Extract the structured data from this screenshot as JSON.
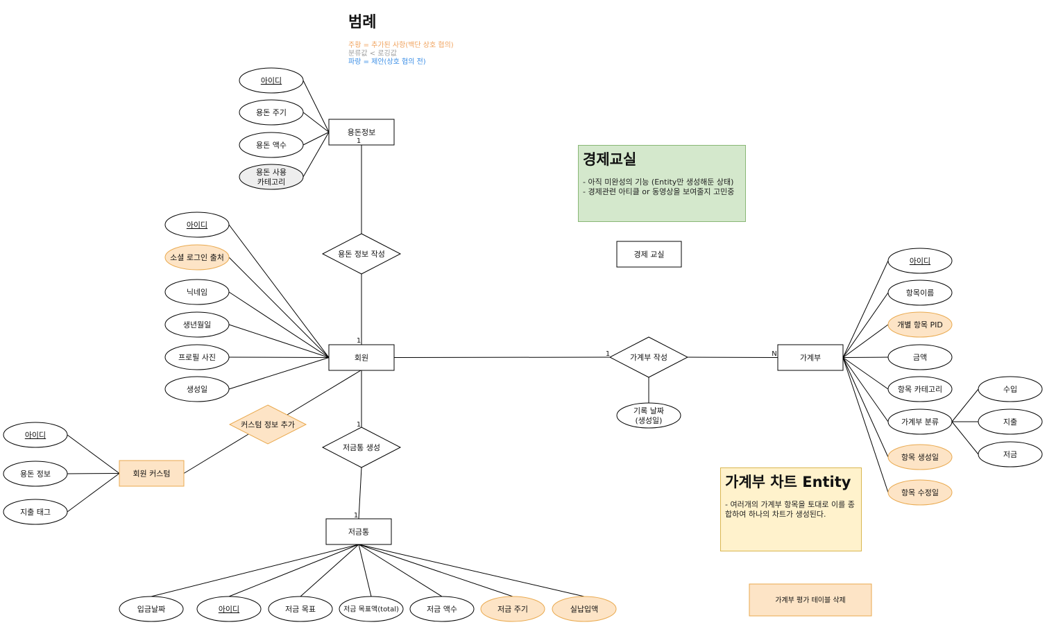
{
  "legend": {
    "title": "범례",
    "lines": [
      {
        "text": "주황 = 추가된 사항(백단 상호 협의)",
        "color": "#f0a35e"
      },
      {
        "text": "분류값 < 로깅값",
        "color": "#9e9e9e"
      },
      {
        "text": "파랑 = 제안(상호 협의 전)",
        "color": "#3a8ee6"
      }
    ]
  },
  "colors": {
    "added_fill": "#fde4c6",
    "added_stroke": "#e9a94e",
    "gray_fill": "#eeeeee",
    "note_green_fill": "#d4e8cc",
    "note_green_stroke": "#88b674",
    "note_yellow_fill": "#fff2cc",
    "note_yellow_stroke": "#d9b64f",
    "line": "#000000"
  },
  "notes": {
    "econ": {
      "title": "경제교실",
      "lines": [
        "- 아직 미완성의 기능 (Entity만 생성해둔 상태)",
        "- 경제관련 아티클 or 동영상을 보여줄지 고민중"
      ]
    },
    "chart": {
      "title": "가계부 차트 Entity",
      "lines": [
        "- 여러개의 가계부 항목을 토대로 이를 종합하여 하나의 차트가 생성된다."
      ]
    }
  },
  "entities": [
    {
      "id": "allowance",
      "lines": [
        "용돈정보"
      ],
      "style": "plain"
    },
    {
      "id": "member",
      "lines": [
        "회원"
      ],
      "style": "plain"
    },
    {
      "id": "ledger",
      "lines": [
        "가계부"
      ],
      "style": "plain"
    },
    {
      "id": "piggy",
      "lines": [
        "저금통"
      ],
      "style": "plain"
    },
    {
      "id": "econ_class",
      "lines": [
        "경제 교실"
      ],
      "style": "plain"
    },
    {
      "id": "member_custom",
      "lines": [
        "회원 커스텀"
      ],
      "style": "added"
    },
    {
      "id": "ledger_eval_delete",
      "lines": [
        "가계부 평가 테이블 삭제"
      ],
      "style": "added"
    }
  ],
  "relationships": [
    {
      "id": "rel_allowance",
      "lines": [
        "용돈 정보 작성"
      ],
      "style": "plain"
    },
    {
      "id": "rel_ledger",
      "lines": [
        "가계부 작성"
      ],
      "style": "plain"
    },
    {
      "id": "rel_piggy",
      "lines": [
        "저금통 생성"
      ],
      "style": "plain"
    },
    {
      "id": "rel_custom",
      "lines": [
        "커스텀 정보 추가"
      ],
      "style": "added"
    }
  ],
  "attributes": [
    {
      "id": "a1",
      "lines": [
        "아이디"
      ],
      "key": true,
      "style": "plain"
    },
    {
      "id": "a2",
      "lines": [
        "용돈 주기"
      ],
      "key": false,
      "style": "plain"
    },
    {
      "id": "a3",
      "lines": [
        "용돈 액수"
      ],
      "key": false,
      "style": "plain"
    },
    {
      "id": "a4",
      "lines": [
        "용돈 사용",
        "카테고리"
      ],
      "key": false,
      "style": "gray"
    },
    {
      "id": "m1",
      "lines": [
        "아이디"
      ],
      "key": true,
      "style": "plain"
    },
    {
      "id": "m2",
      "lines": [
        "소셜 로그인 출처"
      ],
      "key": false,
      "style": "added"
    },
    {
      "id": "m3",
      "lines": [
        "닉네임"
      ],
      "key": false,
      "style": "plain"
    },
    {
      "id": "m4",
      "lines": [
        "생년월일"
      ],
      "key": false,
      "style": "plain"
    },
    {
      "id": "m5",
      "lines": [
        "프로필 사진"
      ],
      "key": false,
      "style": "plain"
    },
    {
      "id": "m6",
      "lines": [
        "생성일"
      ],
      "key": false,
      "style": "plain"
    },
    {
      "id": "c1",
      "lines": [
        "아이디"
      ],
      "key": true,
      "style": "plain"
    },
    {
      "id": "c2",
      "lines": [
        "용돈 정보"
      ],
      "key": false,
      "style": "plain"
    },
    {
      "id": "c3",
      "lines": [
        "지출 태그"
      ],
      "key": false,
      "style": "plain"
    },
    {
      "id": "p1",
      "lines": [
        "입금날짜"
      ],
      "key": false,
      "style": "plain"
    },
    {
      "id": "p2",
      "lines": [
        "아이디"
      ],
      "key": true,
      "style": "plain"
    },
    {
      "id": "p3",
      "lines": [
        "저금 목표"
      ],
      "key": false,
      "style": "plain"
    },
    {
      "id": "p4",
      "lines": [
        "저금 목표액(total)"
      ],
      "key": false,
      "style": "plain"
    },
    {
      "id": "p5",
      "lines": [
        "저금 액수"
      ],
      "key": false,
      "style": "plain"
    },
    {
      "id": "p6",
      "lines": [
        "저금 주기"
      ],
      "key": false,
      "style": "added"
    },
    {
      "id": "p7",
      "lines": [
        "실납입액"
      ],
      "key": false,
      "style": "added"
    },
    {
      "id": "r1",
      "lines": [
        "기록 날짜",
        "(생성일)"
      ],
      "key": false,
      "style": "plain"
    },
    {
      "id": "l1",
      "lines": [
        "아이디"
      ],
      "key": true,
      "style": "plain"
    },
    {
      "id": "l2",
      "lines": [
        "항목이름"
      ],
      "key": false,
      "style": "plain"
    },
    {
      "id": "l3",
      "lines": [
        "개별 항목 PID"
      ],
      "key": false,
      "style": "added"
    },
    {
      "id": "l4",
      "lines": [
        "금액"
      ],
      "key": false,
      "style": "plain"
    },
    {
      "id": "l5",
      "lines": [
        "항목 카테고리"
      ],
      "key": false,
      "style": "plain"
    },
    {
      "id": "l6",
      "lines": [
        "가계부 분류"
      ],
      "key": false,
      "style": "plain"
    },
    {
      "id": "l7",
      "lines": [
        "항목 생성일"
      ],
      "key": false,
      "style": "added"
    },
    {
      "id": "l8",
      "lines": [
        "항목 수정일"
      ],
      "key": false,
      "style": "added"
    },
    {
      "id": "s1",
      "lines": [
        "수입"
      ],
      "key": false,
      "style": "plain"
    },
    {
      "id": "s2",
      "lines": [
        "지출"
      ],
      "key": false,
      "style": "plain"
    },
    {
      "id": "s3",
      "lines": [
        "저금"
      ],
      "key": false,
      "style": "plain"
    }
  ],
  "cardinalities": [
    {
      "id": "k1",
      "text": "1"
    },
    {
      "id": "k2",
      "text": "1"
    },
    {
      "id": "k3",
      "text": "1"
    },
    {
      "id": "k4",
      "text": "1"
    },
    {
      "id": "k5",
      "text": "1"
    },
    {
      "id": "k6",
      "text": "N"
    }
  ]
}
